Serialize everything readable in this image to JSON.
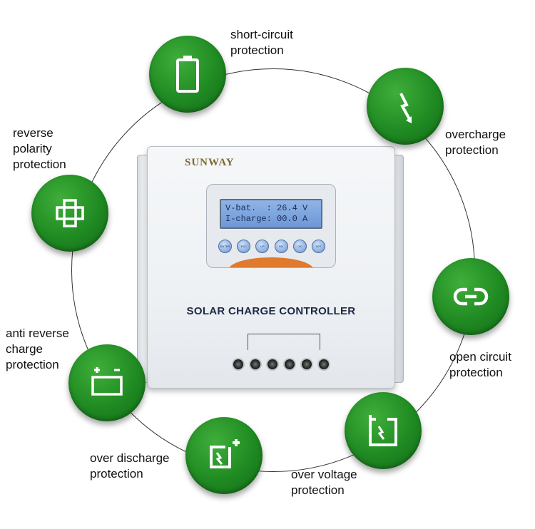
{
  "device": {
    "brand": "SUNWAY",
    "lcd_line1": "V-bat.  : 26.4 V",
    "lcd_line2": "I-charge: 00.0 A",
    "buttons": [
      "ENTER",
      "ESC",
      "UP",
      "DN",
      "OK",
      "SET"
    ],
    "title": "SOLAR CHARGE CONTROLLER"
  },
  "features": {
    "short_circuit": {
      "line1": "short-circuit",
      "line2": "protection",
      "icon": "battery-icon"
    },
    "overcharge": {
      "line1": "overcharge",
      "line2": "protection",
      "icon": "lightning-icon"
    },
    "open_circuit": {
      "line1": "open circuit",
      "line2": "protection",
      "icon": "broken-link-icon"
    },
    "over_voltage": {
      "line1": "over voltage",
      "line2": "protection",
      "icon": "voltage-box-icon"
    },
    "over_discharge": {
      "line1": "over discharge",
      "line2": "protection",
      "icon": "discharge-box-icon"
    },
    "anti_reverse": {
      "line1": "anti reverse",
      "line2": "charge",
      "line3": "protection",
      "icon": "battery-terminals-icon"
    },
    "reverse_polarity": {
      "line1": "reverse",
      "line2": "polarity",
      "line3": "protection",
      "icon": "cross-icon"
    }
  },
  "colors": {
    "badge_green": "#1f8a22",
    "icon_white": "#ffffff",
    "panel_orange": "#e07a2e",
    "lcd_blue": "#7fa6de"
  }
}
